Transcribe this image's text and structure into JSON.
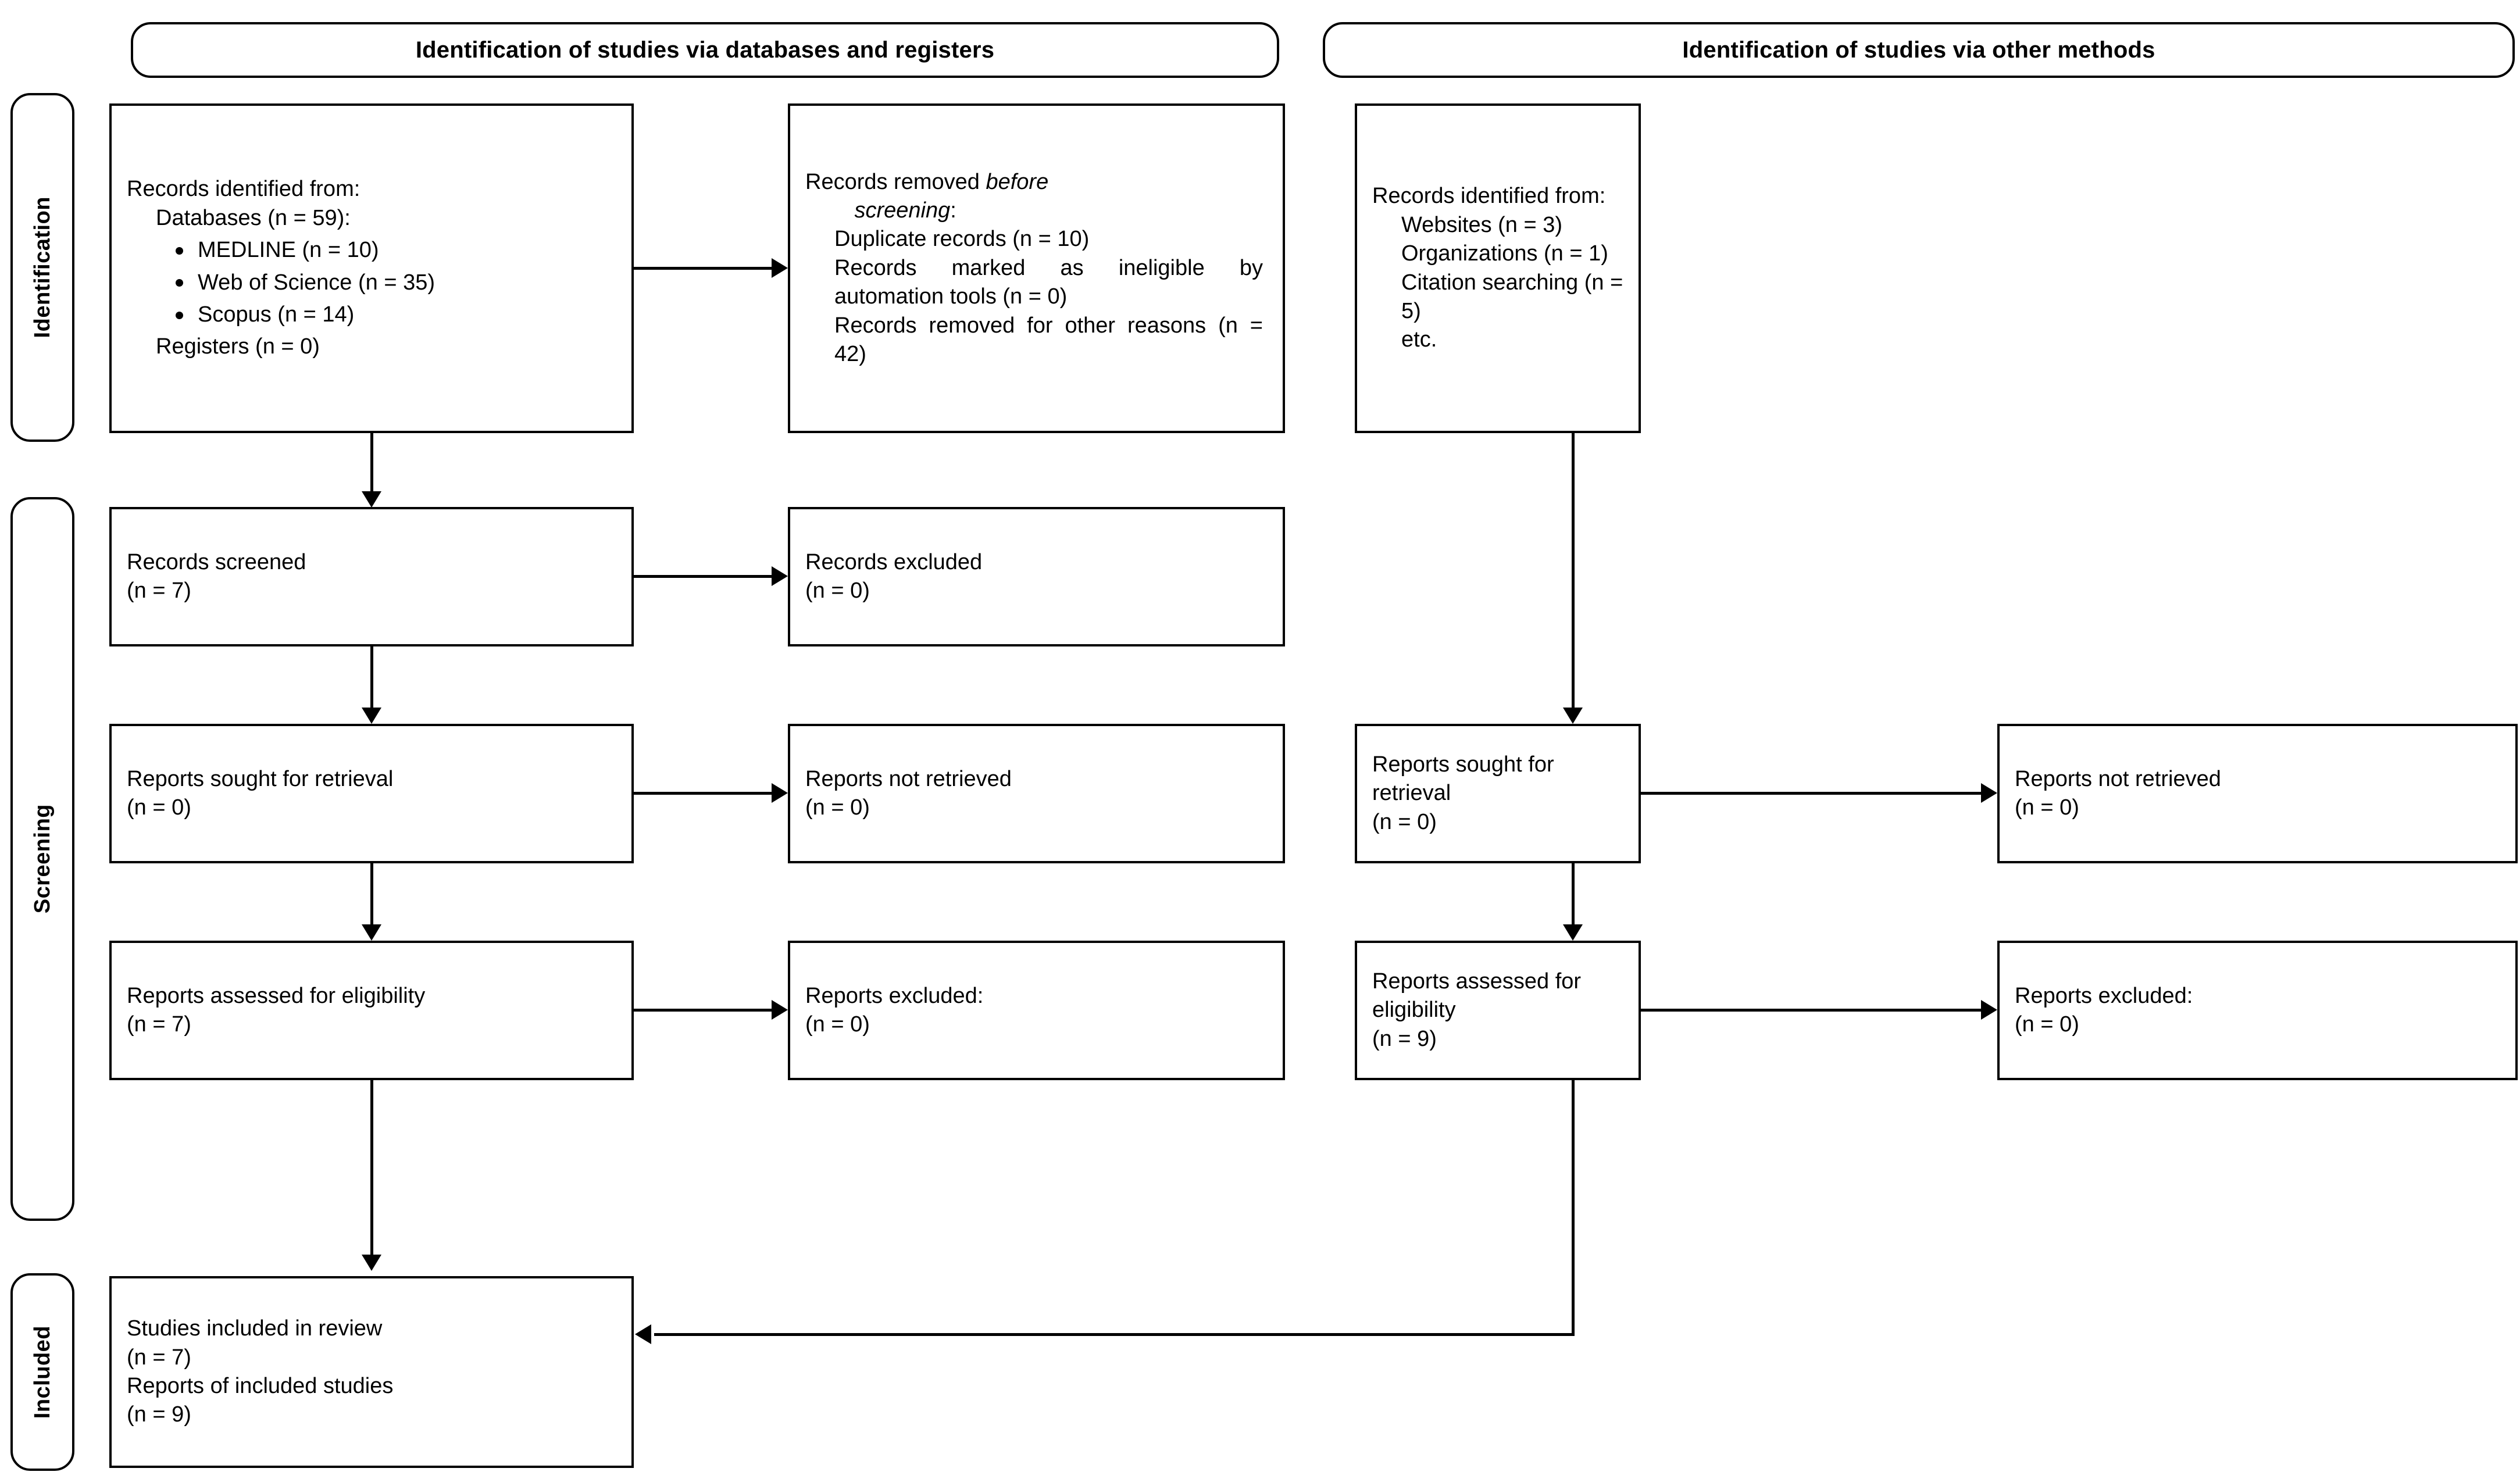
{
  "diagram": {
    "type": "PRISMA 2020 flow diagram",
    "columns": [
      {
        "id": "databases",
        "header": "Identification of studies via databases and registers"
      },
      {
        "id": "other",
        "header": "Identification of studies via other methods"
      }
    ],
    "stages": [
      {
        "id": "identification",
        "label": "Identification"
      },
      {
        "id": "screening",
        "label": "Screening"
      },
      {
        "id": "included",
        "label": "Included"
      }
    ]
  },
  "headers": {
    "left": "Identification of studies via databases and registers",
    "right": "Identification of studies via other methods"
  },
  "side_labels": {
    "identification": "Identification",
    "screening": "Screening",
    "included": "Included"
  },
  "boxes": {
    "records_identified": {
      "title": "Records identified from:",
      "databases_line": "Databases (n = 59):",
      "sources": [
        "MEDLINE (n = 10)",
        "Web of Science (n = 35)",
        "Scopus (n = 14)"
      ],
      "registers_line": "Registers (n = 0)"
    },
    "records_removed": {
      "title_a": "Records removed ",
      "title_b": "before",
      "title_c": "screening",
      "title_colon": ":",
      "items": [
        "Duplicate records (n = 10)",
        "Records marked as ineligible by automation tools (n = 0)",
        "Records removed for other reasons (n = 42)"
      ]
    },
    "records_screened": {
      "label": "Records screened",
      "count": "(n = 7)"
    },
    "records_excluded": {
      "label": "Records excluded",
      "count": "(n = 0)"
    },
    "reports_sought_left": {
      "label": "Reports sought for retrieval",
      "count": "(n = 0)"
    },
    "reports_not_retrieved_left": {
      "label": "Reports not retrieved",
      "count": "(n = 0)"
    },
    "reports_assessed_left": {
      "label": "Reports assessed for eligibility",
      "count": "(n = 7)"
    },
    "reports_excluded_left": {
      "label": "Reports excluded:",
      "count": "(n = 0)"
    },
    "records_identified_other": {
      "title": "Records identified from:",
      "sources": [
        "Websites (n = 3)",
        "Organizations (n = 1)",
        "Citation searching (n = 5)",
        "etc."
      ]
    },
    "reports_sought_right": {
      "label": "Reports sought for retrieval",
      "count": "(n = 0)"
    },
    "reports_not_retrieved_right": {
      "label": "Reports not retrieved",
      "count": "(n = 0)"
    },
    "reports_assessed_right": {
      "label": "Reports assessed for eligibility",
      "count": "(n = 9)"
    },
    "reports_excluded_right": {
      "label": "Reports excluded:",
      "count": "(n = 0)"
    },
    "studies_included": {
      "line1": "Studies included in review",
      "line2": "(n = 7)",
      "line3": "Reports of included studies",
      "line4": "(n = 9)"
    }
  },
  "colors": {
    "stroke": "#000000",
    "background": "#ffffff",
    "text": "#000000"
  }
}
